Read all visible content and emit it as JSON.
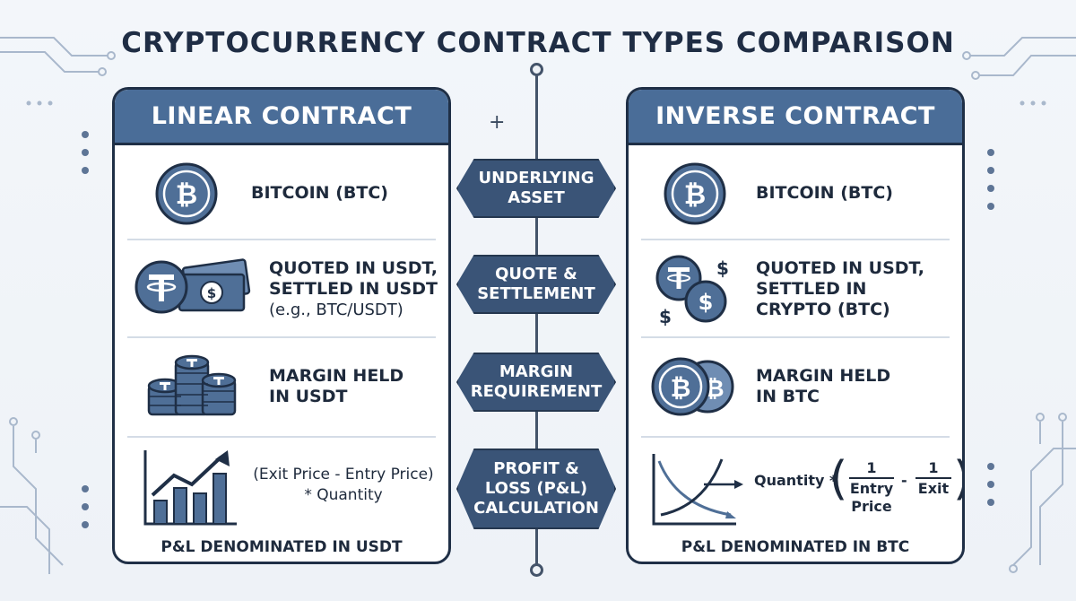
{
  "title": "CRYPTOCURRENCY CONTRACT TYPES COMPARISON",
  "colors": {
    "navy": "#1f2f46",
    "header_blue": "#4a6d98",
    "label_blue": "#3a5477",
    "icon_blue": "#4f6f97",
    "background": "#eef2f7"
  },
  "center_labels": [
    "UNDERLYING ASSET",
    "QUOTE & SETTLEMENT",
    "MARGIN REQUIREMENT",
    "PROFIT & LOSS (P&L) CALCULATION"
  ],
  "linear": {
    "header": "LINEAR CONTRACT",
    "asset": "BITCOIN (BTC)",
    "quote_line1": "QUOTED IN USDT,",
    "quote_line2": "SETTLED IN USDT",
    "quote_example": "(e.g., BTC/USDT)",
    "margin_line1": "MARGIN HELD",
    "margin_line2": "IN USDT",
    "pnl_formula_line1": "(Exit Price - Entry Price)",
    "pnl_formula_line2": "* Quantity",
    "pnl_footer": "P&L DENOMINATED IN USDT",
    "icons": [
      "bitcoin-coin-icon",
      "tether-coin-icon",
      "dollar-banknotes-icon",
      "tether-coin-stack-icon",
      "rising-bar-chart-icon"
    ]
  },
  "inverse": {
    "header": "INVERSE CONTRACT",
    "asset": "BITCOIN (BTC)",
    "quote_line1": "QUOTED IN USDT,",
    "quote_line2": "SETTLED IN",
    "quote_line3": "CRYPTO (BTC)",
    "margin_line1": "MARGIN HELD",
    "margin_line2": "IN BTC",
    "pnl_quantity": "Quantity *",
    "pnl_frac1_num": "1",
    "pnl_frac1_den_line1": "Entry",
    "pnl_frac1_den_line2": "Price",
    "pnl_minus": "-",
    "pnl_frac2_num": "1",
    "pnl_frac2_den": "Exit",
    "pnl_footer": "P&L DENOMINATED IN BTC",
    "icons": [
      "bitcoin-coin-icon",
      "tether-dollar-coins-icon",
      "bitcoin-coins-icon",
      "inverse-curve-chart-icon"
    ]
  }
}
